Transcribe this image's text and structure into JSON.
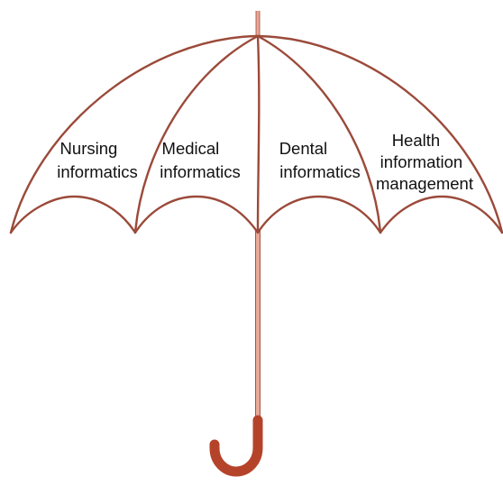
{
  "diagram": {
    "segments": [
      {
        "lines": [
          "Nursing",
          "informatics"
        ]
      },
      {
        "lines": [
          "Medical",
          "informatics"
        ]
      },
      {
        "lines": [
          "Dental",
          "informatics"
        ]
      },
      {
        "lines": [
          "Health",
          "information",
          "management"
        ]
      }
    ]
  },
  "colors": {
    "outline": "#9b4a3a",
    "shaft": "#e8a898",
    "handle": "#b5432a",
    "text": "#111111",
    "background": "#ffffff"
  }
}
